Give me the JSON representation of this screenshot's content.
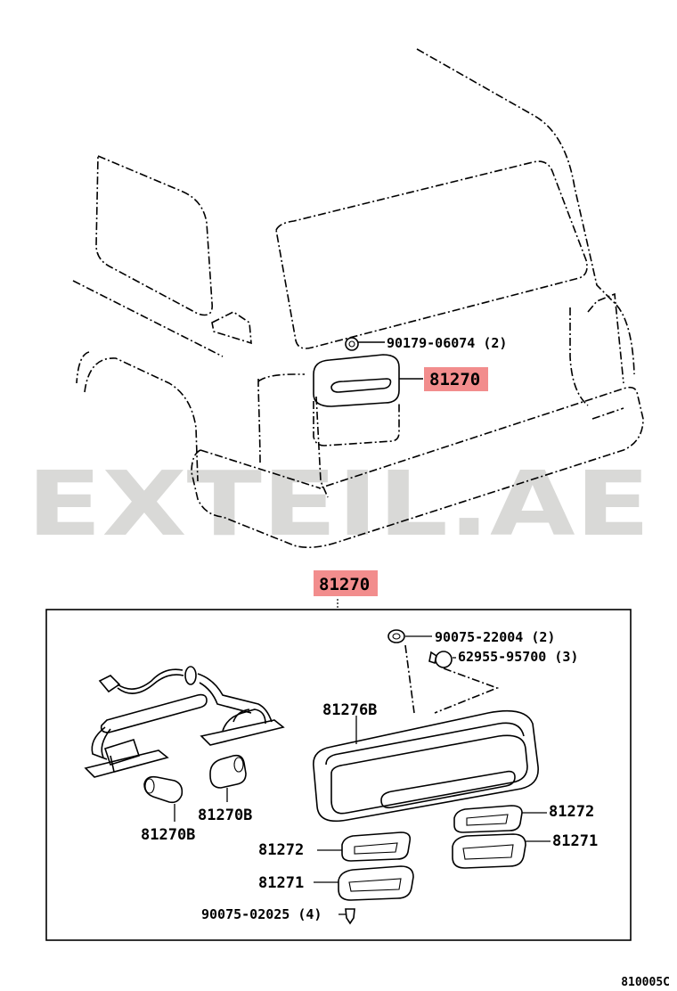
{
  "watermark": "EXTEIL.AE",
  "top": {
    "clip_label": "90179-06074 (2)",
    "lamp_label": "81270"
  },
  "detail": {
    "header_label": "81270",
    "nut_label": "90075-22004 (2)",
    "grommet_label": "62955-95700 (3)",
    "cover_label": "81276B",
    "lens_right_label": "81272",
    "gasket_right_label": "81271",
    "lens_left_label": "81272",
    "gasket_left_label": "81271",
    "bulb_left_label": "81270B",
    "bulb_right_label": "81270B",
    "screw_label": "90075-02025 (4)"
  },
  "drawing_id": "810005C",
  "colors": {
    "highlight": "#f28d8d",
    "watermark": "#d9d9d7",
    "line": "#000000"
  }
}
